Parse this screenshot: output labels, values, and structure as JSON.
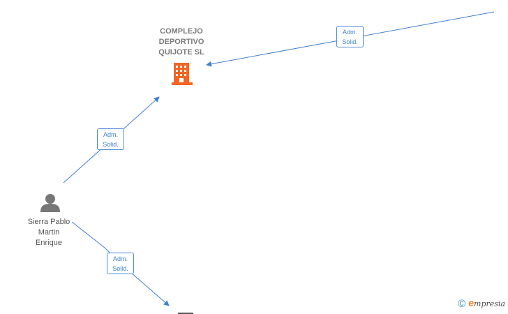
{
  "company": {
    "name_lines": [
      "COMPLEJO",
      "DEPORTIVO",
      "QUIJOTE  SL"
    ],
    "icon": "building-icon",
    "icon_color": "#f26522"
  },
  "person": {
    "name_lines": [
      "Sierra Pablo",
      "Martin",
      "Enrique"
    ],
    "icon": "person-icon",
    "icon_color": "#777777"
  },
  "edges": [
    {
      "from": "external-top-right",
      "to": "company",
      "label_lines": [
        "Adm.",
        "Solid."
      ]
    },
    {
      "from": "person",
      "to": "company",
      "label_lines": [
        "Adm.",
        "Solid."
      ]
    },
    {
      "from": "person",
      "to": "external-bottom",
      "label_lines": [
        "Adm.",
        "Solid."
      ]
    }
  ],
  "colors": {
    "edge": "#3d7fcf",
    "label_text": "#3d7fcf"
  },
  "watermark": {
    "symbol": "©",
    "brand_initial": "e",
    "brand_rest": "mpresia"
  }
}
